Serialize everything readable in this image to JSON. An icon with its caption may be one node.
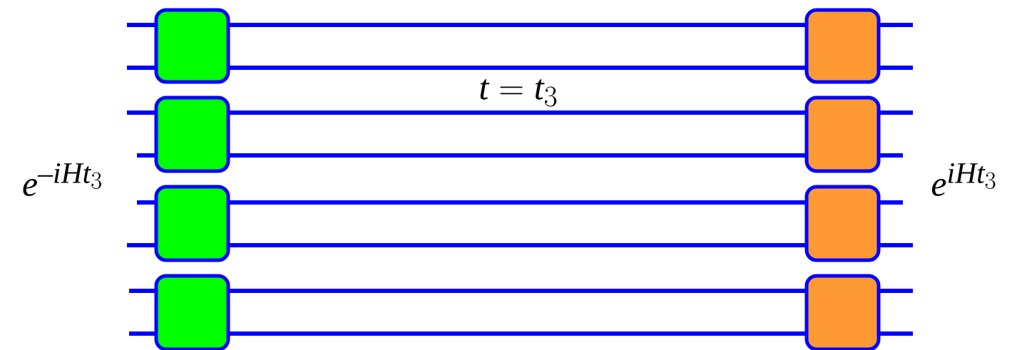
{
  "diagram": {
    "nodes": [
      {
        "text": [],
        "shape": "box"
      },
      {
        "text": [],
        "shape": "box"
      },
      {
        "text": [],
        "shape": "box"
      },
      {
        "text": [],
        "shape": "box"
      },
      {
        "text": [],
        "shape": "box"
      },
      {
        "text": [],
        "shape": "box"
      },
      {
        "text": [],
        "shape": "box"
      },
      {
        "text": [],
        "shape": "box"
      }
    ],
    "edges": [
      {
        "from": 0,
        "to": 4,
        "arrow": "none"
      },
      {
        "from": 0,
        "to": 4,
        "arrow": "none"
      },
      {
        "from": 1,
        "to": 5,
        "arrow": "none"
      },
      {
        "from": 1,
        "to": 5,
        "arrow": "none"
      },
      {
        "from": 2,
        "to": 6,
        "arrow": "none"
      },
      {
        "from": 2,
        "to": 6,
        "arrow": "none"
      },
      {
        "from": 3,
        "to": 7,
        "arrow": "none"
      },
      {
        "from": 3,
        "to": 7,
        "arrow": "none"
      }
    ],
    "labels": [
      "e^{-iHt_3}",
      "t = t_3",
      "e^{iHt_3}"
    ]
  }
}
